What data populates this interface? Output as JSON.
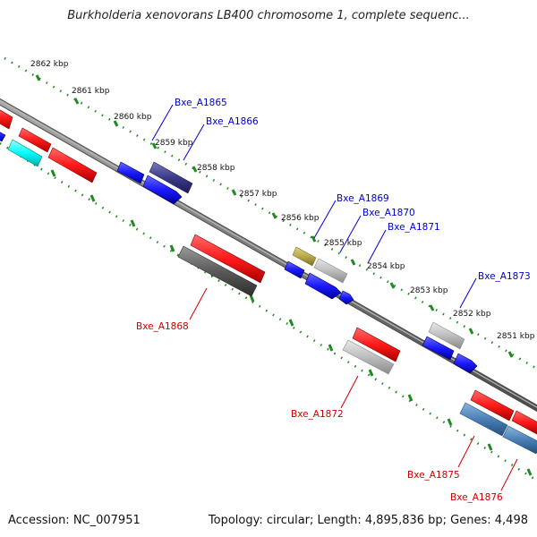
{
  "title": "Burkholderia xenovorans LB400 chromosome 1, complete sequenc...",
  "footer": {
    "accession": "Accession: NC_007951",
    "topology": "Topology: circular; Length: 4,895,836 bp; Genes: 4,498"
  },
  "colors": {
    "backbone": "#7a7a7a",
    "tick": "#1f8a1f",
    "forward_cds": "#ff1a1a",
    "reverse_cds": "#1a1aff",
    "cyan_cds": "#00ffff",
    "gray_cds": "#bdbdbd",
    "dark_gray_cds": "#5a5a5a",
    "indigo_cds": "#3a3a8a",
    "khaki_cds": "#b9a84a",
    "steelblue_cds": "#4a7fb5",
    "label_blue": "#0000cc",
    "label_red": "#cc0000"
  },
  "kbp_labels": [
    "2862 kbp",
    "2861 kbp",
    "2860 kbp",
    "2859 kbp",
    "2858 kbp",
    "2857 kbp",
    "2856 kbp",
    "2855 kbp",
    "2854 kbp",
    "2853 kbp",
    "2852 kbp",
    "2851 kbp"
  ],
  "gene_labels": [
    {
      "text": "Bxe_A1865",
      "strand": "upper"
    },
    {
      "text": "Bxe_A1866",
      "strand": "upper"
    },
    {
      "text": "Bxe_A1868",
      "strand": "lower"
    },
    {
      "text": "Bxe_A1869",
      "strand": "upper"
    },
    {
      "text": "Bxe_A1870",
      "strand": "upper"
    },
    {
      "text": "Bxe_A1871",
      "strand": "upper"
    },
    {
      "text": "Bxe_A1872",
      "strand": "lower"
    },
    {
      "text": "Bxe_A1873",
      "strand": "upper"
    },
    {
      "text": "Bxe_A1875",
      "strand": "lower"
    },
    {
      "text": "Bxe_A1876",
      "strand": "lower"
    }
  ]
}
